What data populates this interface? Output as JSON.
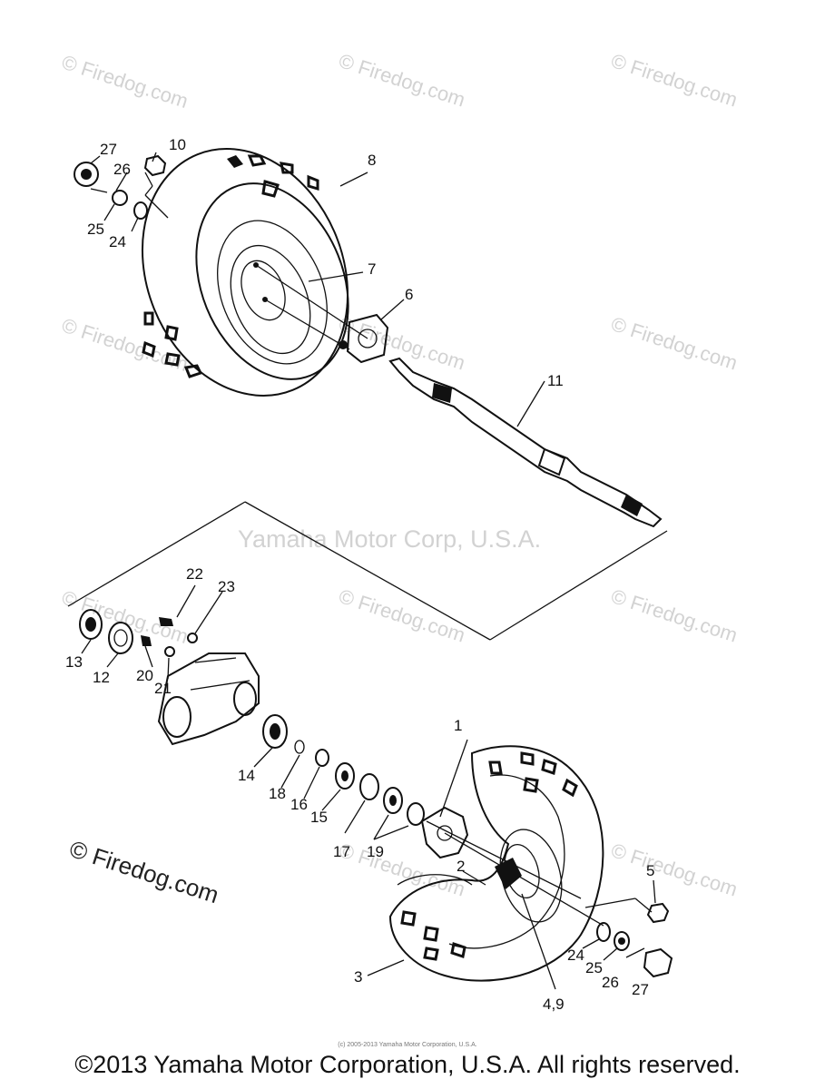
{
  "watermarks": {
    "firedog": "© Firedog.com",
    "center": "Yamaha Motor Corp, U.S.A."
  },
  "labels": {
    "p1": "1",
    "p2": "2",
    "p3": "3",
    "p4_9": "4,9",
    "p5": "5",
    "p6": "6",
    "p7": "7",
    "p8": "8",
    "p10": "10",
    "p11": "11",
    "p12": "12",
    "p13": "13",
    "p14": "14",
    "p15": "15",
    "p16": "16",
    "p17": "17",
    "p18": "18",
    "p19": "19",
    "p20": "20",
    "p21": "21",
    "p22": "22",
    "p23": "23",
    "p24": "24",
    "p25": "25",
    "p26": "26",
    "p27": "27"
  },
  "footer": {
    "fine_print": "(c) 2005-2013 Yamaha Motor Corporation, U.S.A.",
    "copyright": "©2013 Yamaha Motor Corporation, U.S.A. All rights reserved."
  }
}
